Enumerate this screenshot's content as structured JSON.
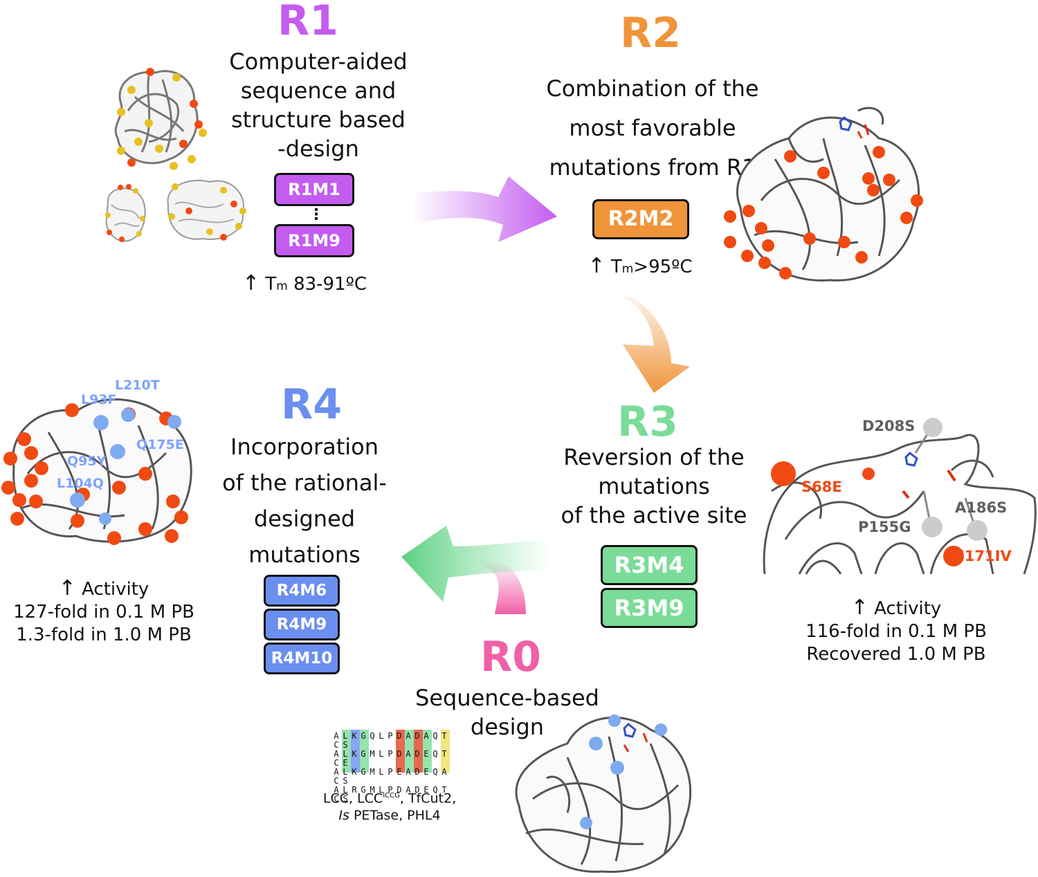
{
  "rounds": {
    "r0": {
      "title": "R0",
      "description": [
        "Sequence-based",
        "design"
      ],
      "sequences": [
        "ALKGQLPDADAQTCS",
        "ALKGMLPDADEQTCE",
        "ALKGMLPEADEQACS",
        "ALRGMLPDADEQTCS"
      ],
      "templates_line1": "LCC, LCC",
      "templates_sup": "ICCG",
      "templates_line1_end": ", TfCut2,",
      "templates_line2_italic": "Is",
      "templates_line2": " PETase, PHL4"
    },
    "r1": {
      "title": "R1",
      "description": [
        "Computer-aided",
        "sequence and",
        "structure based",
        "-design"
      ],
      "variants": [
        "R1M1",
        "R1M9"
      ],
      "ellipsis": "⋮",
      "tm_arrow": "↑",
      "tm_symbol": "T",
      "tm_sub": "m",
      "tm_range": " 83-91ºC"
    },
    "r2": {
      "title": "R2",
      "description": [
        "Combination of the",
        "most favorable",
        "mutations from R1"
      ],
      "variants": [
        "R2M2"
      ],
      "tm_arrow": "↑",
      "tm_symbol": "T",
      "tm_sub": "m",
      "tm_range": ">95ºC"
    },
    "r3": {
      "title": "R3",
      "description": [
        "Reversion of the",
        "mutations",
        "of the active site"
      ],
      "variants": [
        "R3M4",
        "R3M9"
      ],
      "activity_arrow": "↑",
      "activity_label": " Activity",
      "activity_lines": [
        "116-fold in 0.1 M PB",
        "Recovered 1.0 M PB"
      ],
      "mutations": {
        "d208s": "D208S",
        "s68e": "S68E",
        "a186s": "A186S",
        "p155g": "P155G",
        "i171iv": "I171IV"
      }
    },
    "r4": {
      "title": "R4",
      "description": [
        "Incorporation",
        "of the rational-",
        "designed",
        "mutations"
      ],
      "variants": [
        "R4M6",
        "R4M9",
        "R4M10"
      ],
      "activity_arrow": "↑",
      "activity_label": " Activity",
      "activity_lines": [
        "127-fold in 0.1 M PB",
        "1.3-fold in 1.0 M PB"
      ],
      "mutations": {
        "l210t": "L210T",
        "l93f": "L93F",
        "q175e": "Q175E",
        "q95y": "Q95Y",
        "l104q": "L104Q"
      }
    }
  },
  "colors": {
    "r0": "#f060a8",
    "r1": "#c45cf0",
    "r2": "#f0943a",
    "r3": "#7adc98",
    "r4": "#6b8ff0",
    "mutation_red": "#f04a12",
    "mutation_yellow": "#e8c020",
    "mutation_blue": "#7eaaf0",
    "mutation_gray": "#cccccc"
  }
}
